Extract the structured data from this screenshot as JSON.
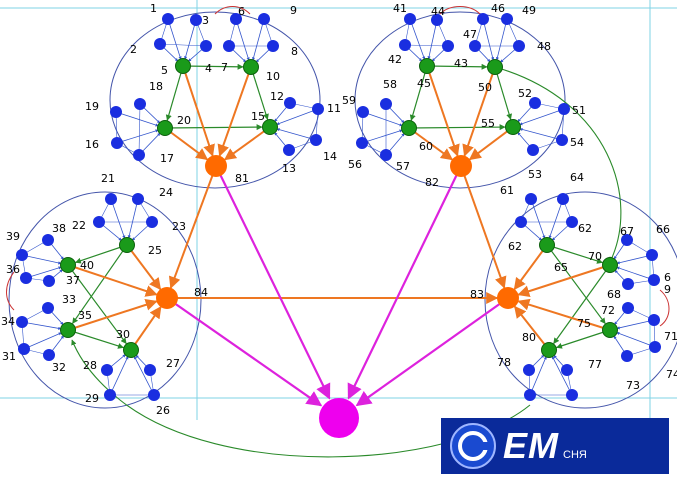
{
  "diagram": {
    "colors": {
      "background": "#ffffff",
      "blue_node": "#1a2ee0",
      "green_node": "#1a9a1a",
      "orange_node": "#ff6a00",
      "magenta_node": "#ee00ee",
      "orange_edge": "#ee7722",
      "magenta_edge": "#dd22dd",
      "green_edge": "#2a8a2a",
      "blue_edge": "#3355cc",
      "cluster_ring": "#4455aa",
      "guide_line": "#7fd3e6"
    },
    "clusters": [
      {
        "name": "top-left",
        "labels": [
          "1",
          "2",
          "3",
          "4",
          "5",
          "6",
          "7",
          "8",
          "9",
          "10",
          "11",
          "12",
          "13",
          "14",
          "15",
          "16",
          "17",
          "18",
          "19",
          "20",
          "81"
        ]
      },
      {
        "name": "top-right",
        "labels": [
          "41",
          "42",
          "43",
          "44",
          "45",
          "46",
          "47",
          "48",
          "49",
          "50",
          "51",
          "52",
          "53",
          "54",
          "55",
          "56",
          "57",
          "58",
          "59",
          "60",
          "82"
        ]
      },
      {
        "name": "left",
        "labels": [
          "21",
          "22",
          "23",
          "24",
          "25",
          "26",
          "27",
          "28",
          "29",
          "30",
          "31",
          "32",
          "33",
          "34",
          "35",
          "36",
          "37",
          "38",
          "39",
          "40",
          "84"
        ]
      },
      {
        "name": "right",
        "labels": [
          "61",
          "62",
          "62",
          "64",
          "65",
          "66",
          "67",
          "68",
          "6",
          "9",
          "70",
          "71",
          "72",
          "73",
          "74",
          "75",
          "77",
          "78",
          "80",
          "83"
        ]
      }
    ],
    "center_label": "",
    "logo": {
      "brand": "ЕМ",
      "sub": "СНЯ"
    }
  }
}
